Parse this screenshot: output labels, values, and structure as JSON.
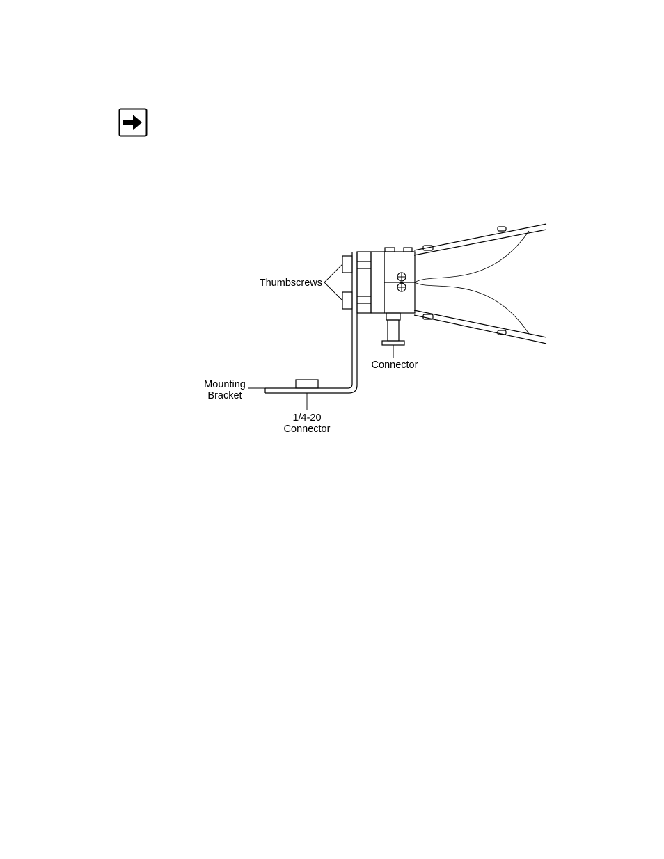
{
  "note": {
    "icon": "arrow-right-icon"
  },
  "figure": {
    "labels": {
      "thumbscrews": "Thumbscrews",
      "connector": "Connector",
      "mounting_line1": "Mounting",
      "mounting_line2": "Bracket",
      "quarter_line1": "1/4-20",
      "quarter_line2": "Connector"
    }
  }
}
